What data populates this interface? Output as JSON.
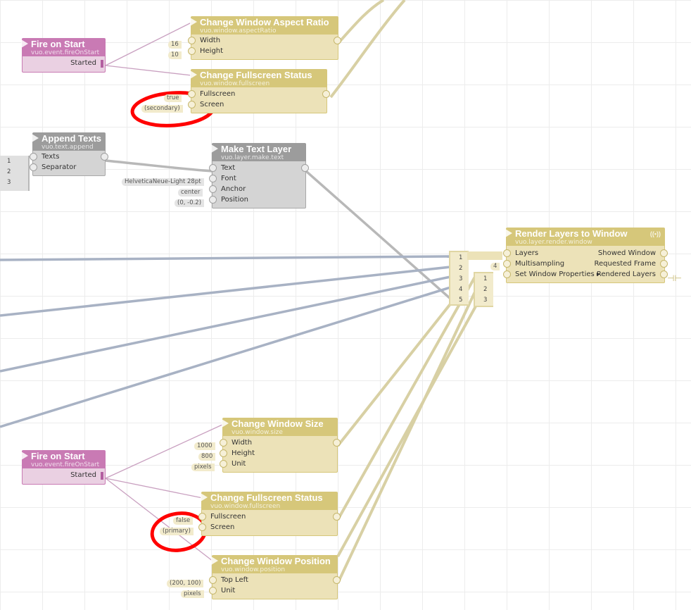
{
  "nodes": {
    "fire_start_1": {
      "title": "Fire on Start",
      "cls": "vuo.event.fireOnStart",
      "out": "Started"
    },
    "aspect": {
      "title": "Change Window Aspect Ratio",
      "cls": "vuo.window.aspectRatio",
      "inputs": [
        "Width",
        "Height"
      ],
      "consts": [
        "16",
        "10"
      ]
    },
    "fullscreen_1": {
      "title": "Change Fullscreen Status",
      "cls": "vuo.window.fullscreen",
      "inputs": [
        "Fullscreen",
        "Screen"
      ],
      "consts": [
        "true",
        "(secondary)"
      ]
    },
    "append": {
      "title": "Append Texts",
      "cls": "vuo.text.append",
      "inputs": [
        "Texts",
        "Separator"
      ],
      "list": [
        "1",
        "2",
        "3"
      ]
    },
    "make_text": {
      "title": "Make Text Layer",
      "cls": "vuo.layer.make.text",
      "inputs": [
        "Text",
        "Font",
        "Anchor",
        "Position"
      ],
      "consts": [
        "HelveticaNeue-Light 28pt",
        "center",
        "(0, -0.2)"
      ]
    },
    "render": {
      "title": "Render Layers to Window",
      "cls": "vuo.layer.render.window",
      "inputs": [
        "Layers",
        "Multisampling",
        "Set Window Properties ▸"
      ],
      "outputs": [
        "Showed Window",
        "Requested Frame",
        "Rendered Layers"
      ],
      "multisampling": "4",
      "layers_list": [
        "1",
        "2",
        "3",
        "4",
        "5"
      ],
      "props_list": [
        "1",
        "2",
        "3"
      ]
    },
    "fire_start_2": {
      "title": "Fire on Start",
      "cls": "vuo.event.fireOnStart",
      "out": "Started"
    },
    "size": {
      "title": "Change Window Size",
      "cls": "vuo.window.size",
      "inputs": [
        "Width",
        "Height",
        "Unit"
      ],
      "consts": [
        "1000",
        "800",
        "pixels"
      ]
    },
    "fullscreen_2": {
      "title": "Change Fullscreen Status",
      "cls": "vuo.window.fullscreen",
      "inputs": [
        "Fullscreen",
        "Screen"
      ],
      "consts": [
        "false",
        "(primary)"
      ]
    },
    "position": {
      "title": "Change Window Position",
      "cls": "vuo.window.position",
      "inputs": [
        "Top Left",
        "Unit"
      ],
      "consts": [
        "(200, 100)",
        "pixels"
      ]
    }
  },
  "colors": {
    "event_cable": "#c9a0c0",
    "window_cable": "#d8d0a4",
    "layer_cable": "#a8b2c4",
    "text_cable": "#b8b8b8",
    "annotation": "#ff0000"
  }
}
